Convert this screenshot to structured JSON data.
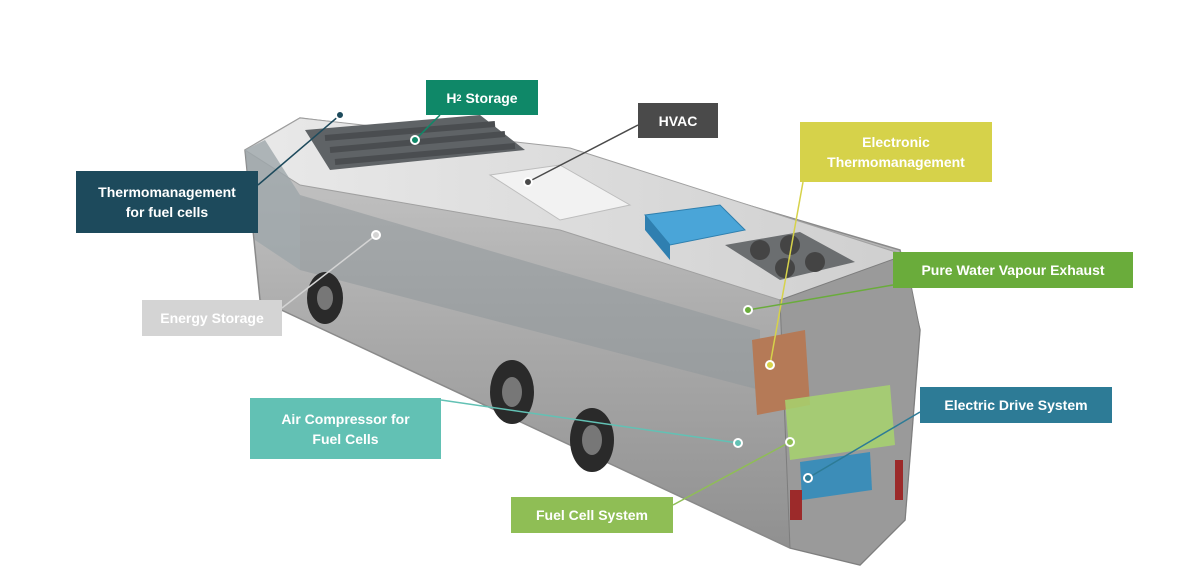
{
  "labels": {
    "h2_storage": {
      "main": "H",
      "sub": "2",
      "rest": " Storage",
      "color": "#0f8868"
    },
    "hvac": {
      "text": "HVAC",
      "color": "#4a4a4a"
    },
    "electronic_thermo": {
      "line1": "Electronic",
      "line2": "Thermomanagement",
      "color": "#d6d24a"
    },
    "thermo_fuel_cells": {
      "line1": "Thermomanagement",
      "line2": "for fuel cells",
      "color": "#1d4a5c"
    },
    "water_vapour": {
      "text": "Pure Water Vapour Exhaust",
      "color": "#6aac3b"
    },
    "energy_storage": {
      "text": "Energy Storage",
      "color": "#d4d4d4"
    },
    "electric_drive": {
      "text": "Electric Drive System",
      "color": "#2d7b96"
    },
    "air_compressor": {
      "line1": "Air Compressor for",
      "line2": "Fuel Cells",
      "color": "#62c1b4"
    },
    "fuel_cell_system": {
      "text": "Fuel Cell System",
      "color": "#8fbe55"
    }
  }
}
